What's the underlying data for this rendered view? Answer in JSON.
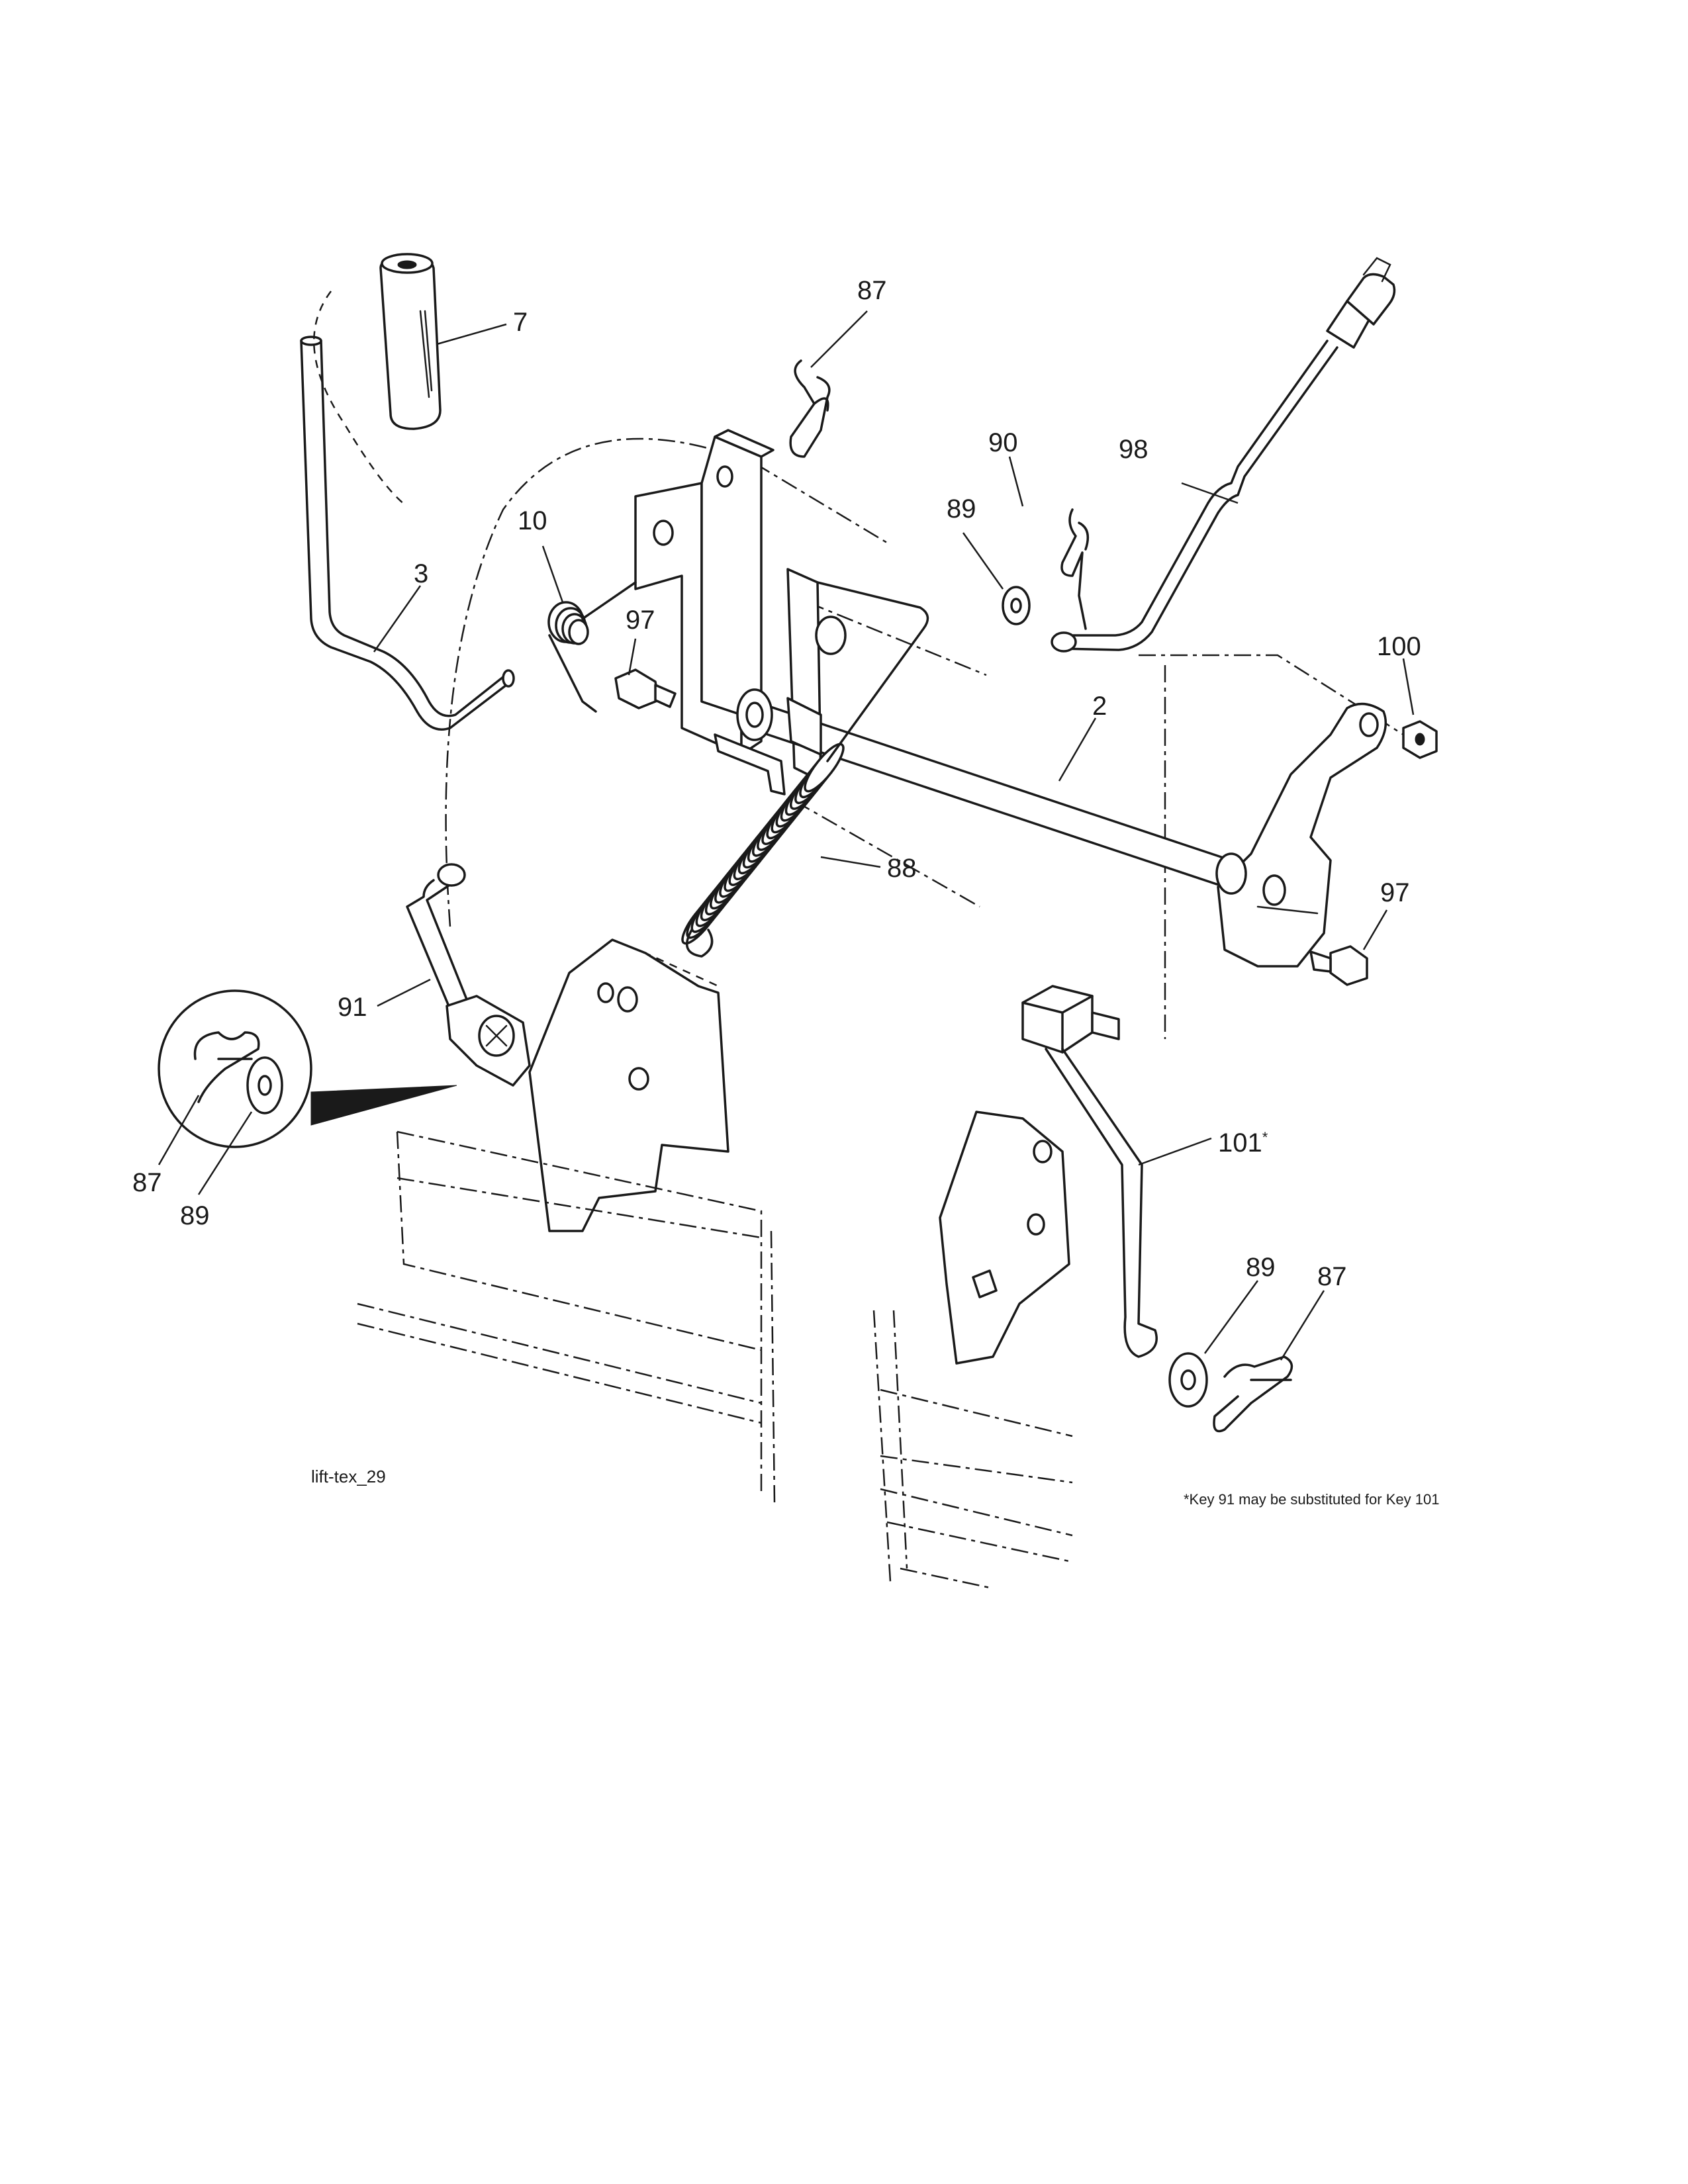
{
  "callouts": {
    "k7": "7",
    "k87_top": "87",
    "k90": "90",
    "k98": "98",
    "k89_top": "89",
    "k10": "10",
    "k97_left": "97",
    "k3": "3",
    "k2": "2",
    "k100": "100",
    "k88": "88",
    "k97_right": "97",
    "k91": "91",
    "k101": "101",
    "k101_star": "*",
    "k87_detail": "87",
    "k89_detail": "89",
    "k89_bottom": "89",
    "k87_bottom": "87"
  },
  "figure_id": "lift-tex_29",
  "footnote": "*Key 91 may be substituted for Key 101",
  "colors": {
    "ink": "#1a1a1a",
    "paper": "#ffffff"
  }
}
